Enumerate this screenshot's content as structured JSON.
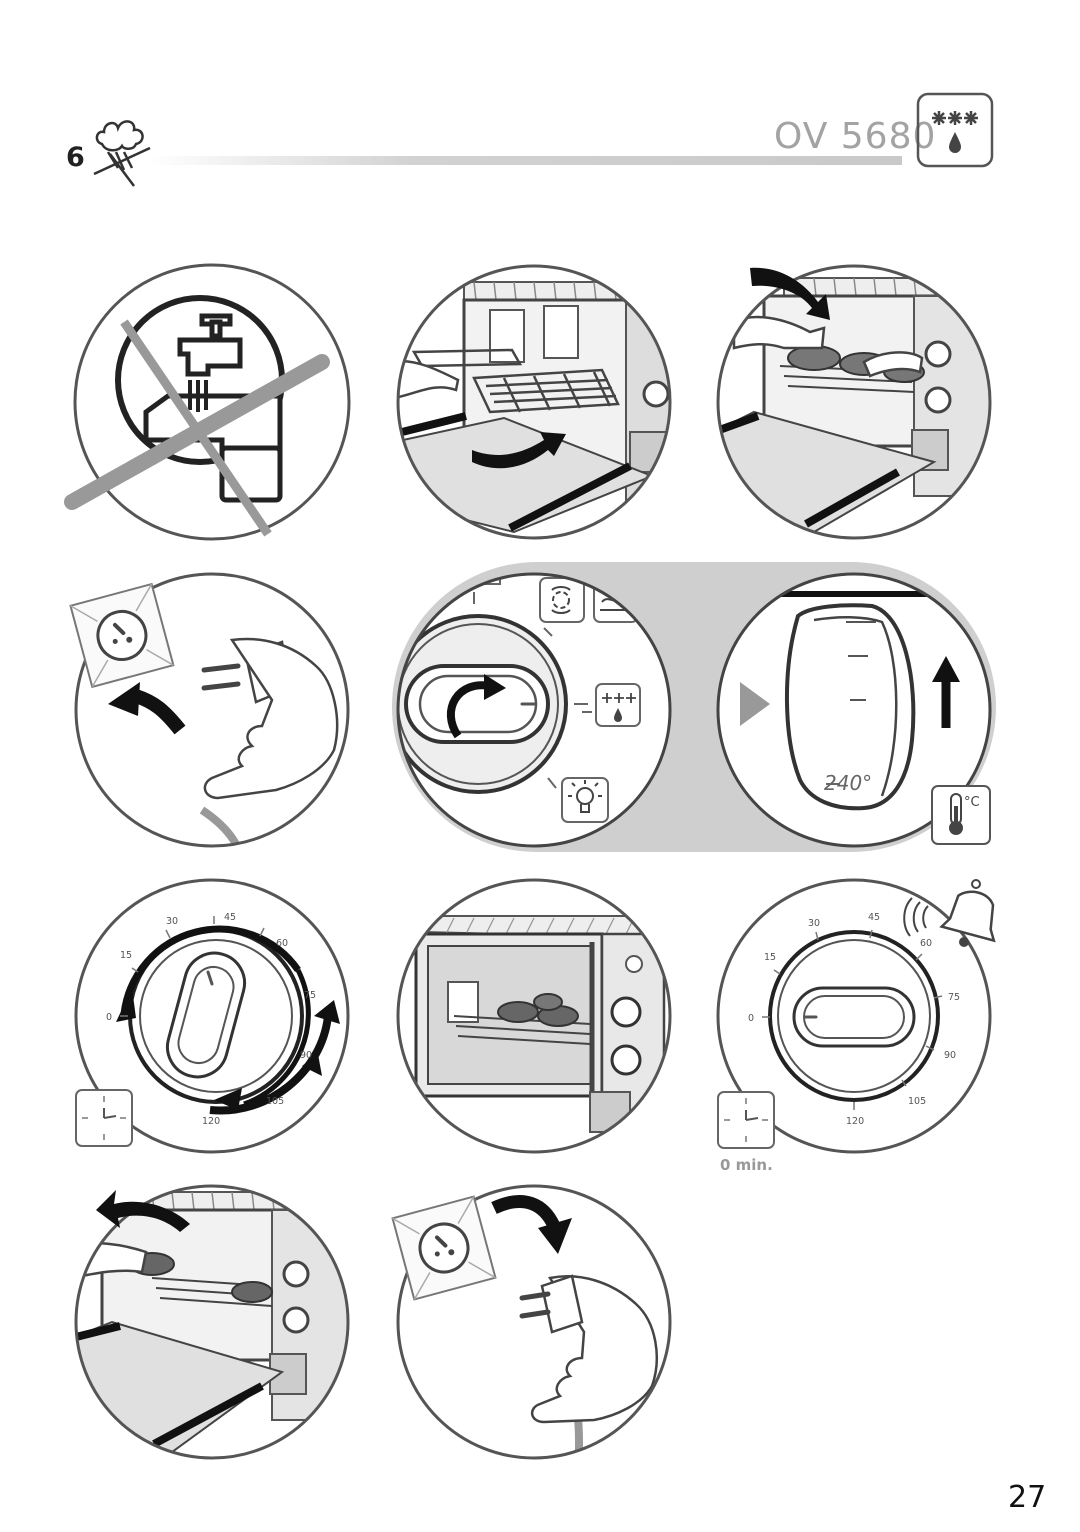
{
  "header": {
    "section_number": "6",
    "model": "OV 5680",
    "icons": [
      "steam-clean-icon",
      "defrost-mode-icon"
    ]
  },
  "panels": [
    {
      "id": 1,
      "icon": "no-water-immersion-icon"
    },
    {
      "id": 2,
      "icon": "slide-rack-into-oven-icon"
    },
    {
      "id": 3,
      "icon": "place-food-in-oven-icon"
    },
    {
      "id": 4,
      "icon": "plug-into-socket-icon"
    },
    {
      "id": 5,
      "icon": "function-selector-icon"
    },
    {
      "id": 6,
      "icon": "temperature-knob-icon",
      "temperature_label": "240°",
      "unit_label": "°C"
    },
    {
      "id": 7,
      "icon": "timer-knob-turn-icon",
      "timer_labels": [
        "0",
        "15",
        "30",
        "45",
        "60",
        "75",
        "90",
        "105",
        "120"
      ]
    },
    {
      "id": 8,
      "icon": "oven-cooking-icon"
    },
    {
      "id": 9,
      "icon": "timer-bell-icon",
      "timer_labels": [
        "0",
        "15",
        "30",
        "45",
        "60",
        "75",
        "90",
        "105",
        "120"
      ],
      "caption": "0 min."
    },
    {
      "id": 10,
      "icon": "remove-food-icon"
    },
    {
      "id": 11,
      "icon": "unplug-from-socket-icon"
    }
  ],
  "colors": {
    "line": "#2a2a2a",
    "grey": "#999999",
    "shade": "#cfcfcf",
    "panel_bg": "#ffffff"
  },
  "footer": {
    "page_number": "27"
  }
}
